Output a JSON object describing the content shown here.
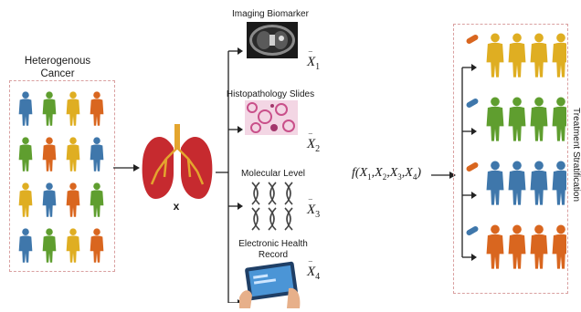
{
  "left_title_line1": "Heterogenous",
  "left_title_line2": "Cancer",
  "organ_label": "x",
  "modalities": [
    {
      "label": "Imaging Biomarker",
      "var": "X",
      "sub": "1"
    },
    {
      "label": "Histopathology Slides",
      "var": "X",
      "sub": "2"
    },
    {
      "label": "Molecular Level",
      "var": "X",
      "sub": "3"
    },
    {
      "label_line1": "Electronic Health",
      "label_line2": "Record",
      "var": "X",
      "sub": "4"
    }
  ],
  "function": {
    "name": "f",
    "args": [
      "X",
      "X",
      "X",
      "X"
    ],
    "subs": [
      "1",
      "2",
      "3",
      "4"
    ]
  },
  "right_label": "Treatment Stratification",
  "colors": {
    "orange": "#d9661f",
    "green": "#5f9e2f",
    "yellow": "#dfae22",
    "blue": "#3f77ab",
    "lung_red": "#c62a2f",
    "dashed": "#d9a0a0"
  }
}
